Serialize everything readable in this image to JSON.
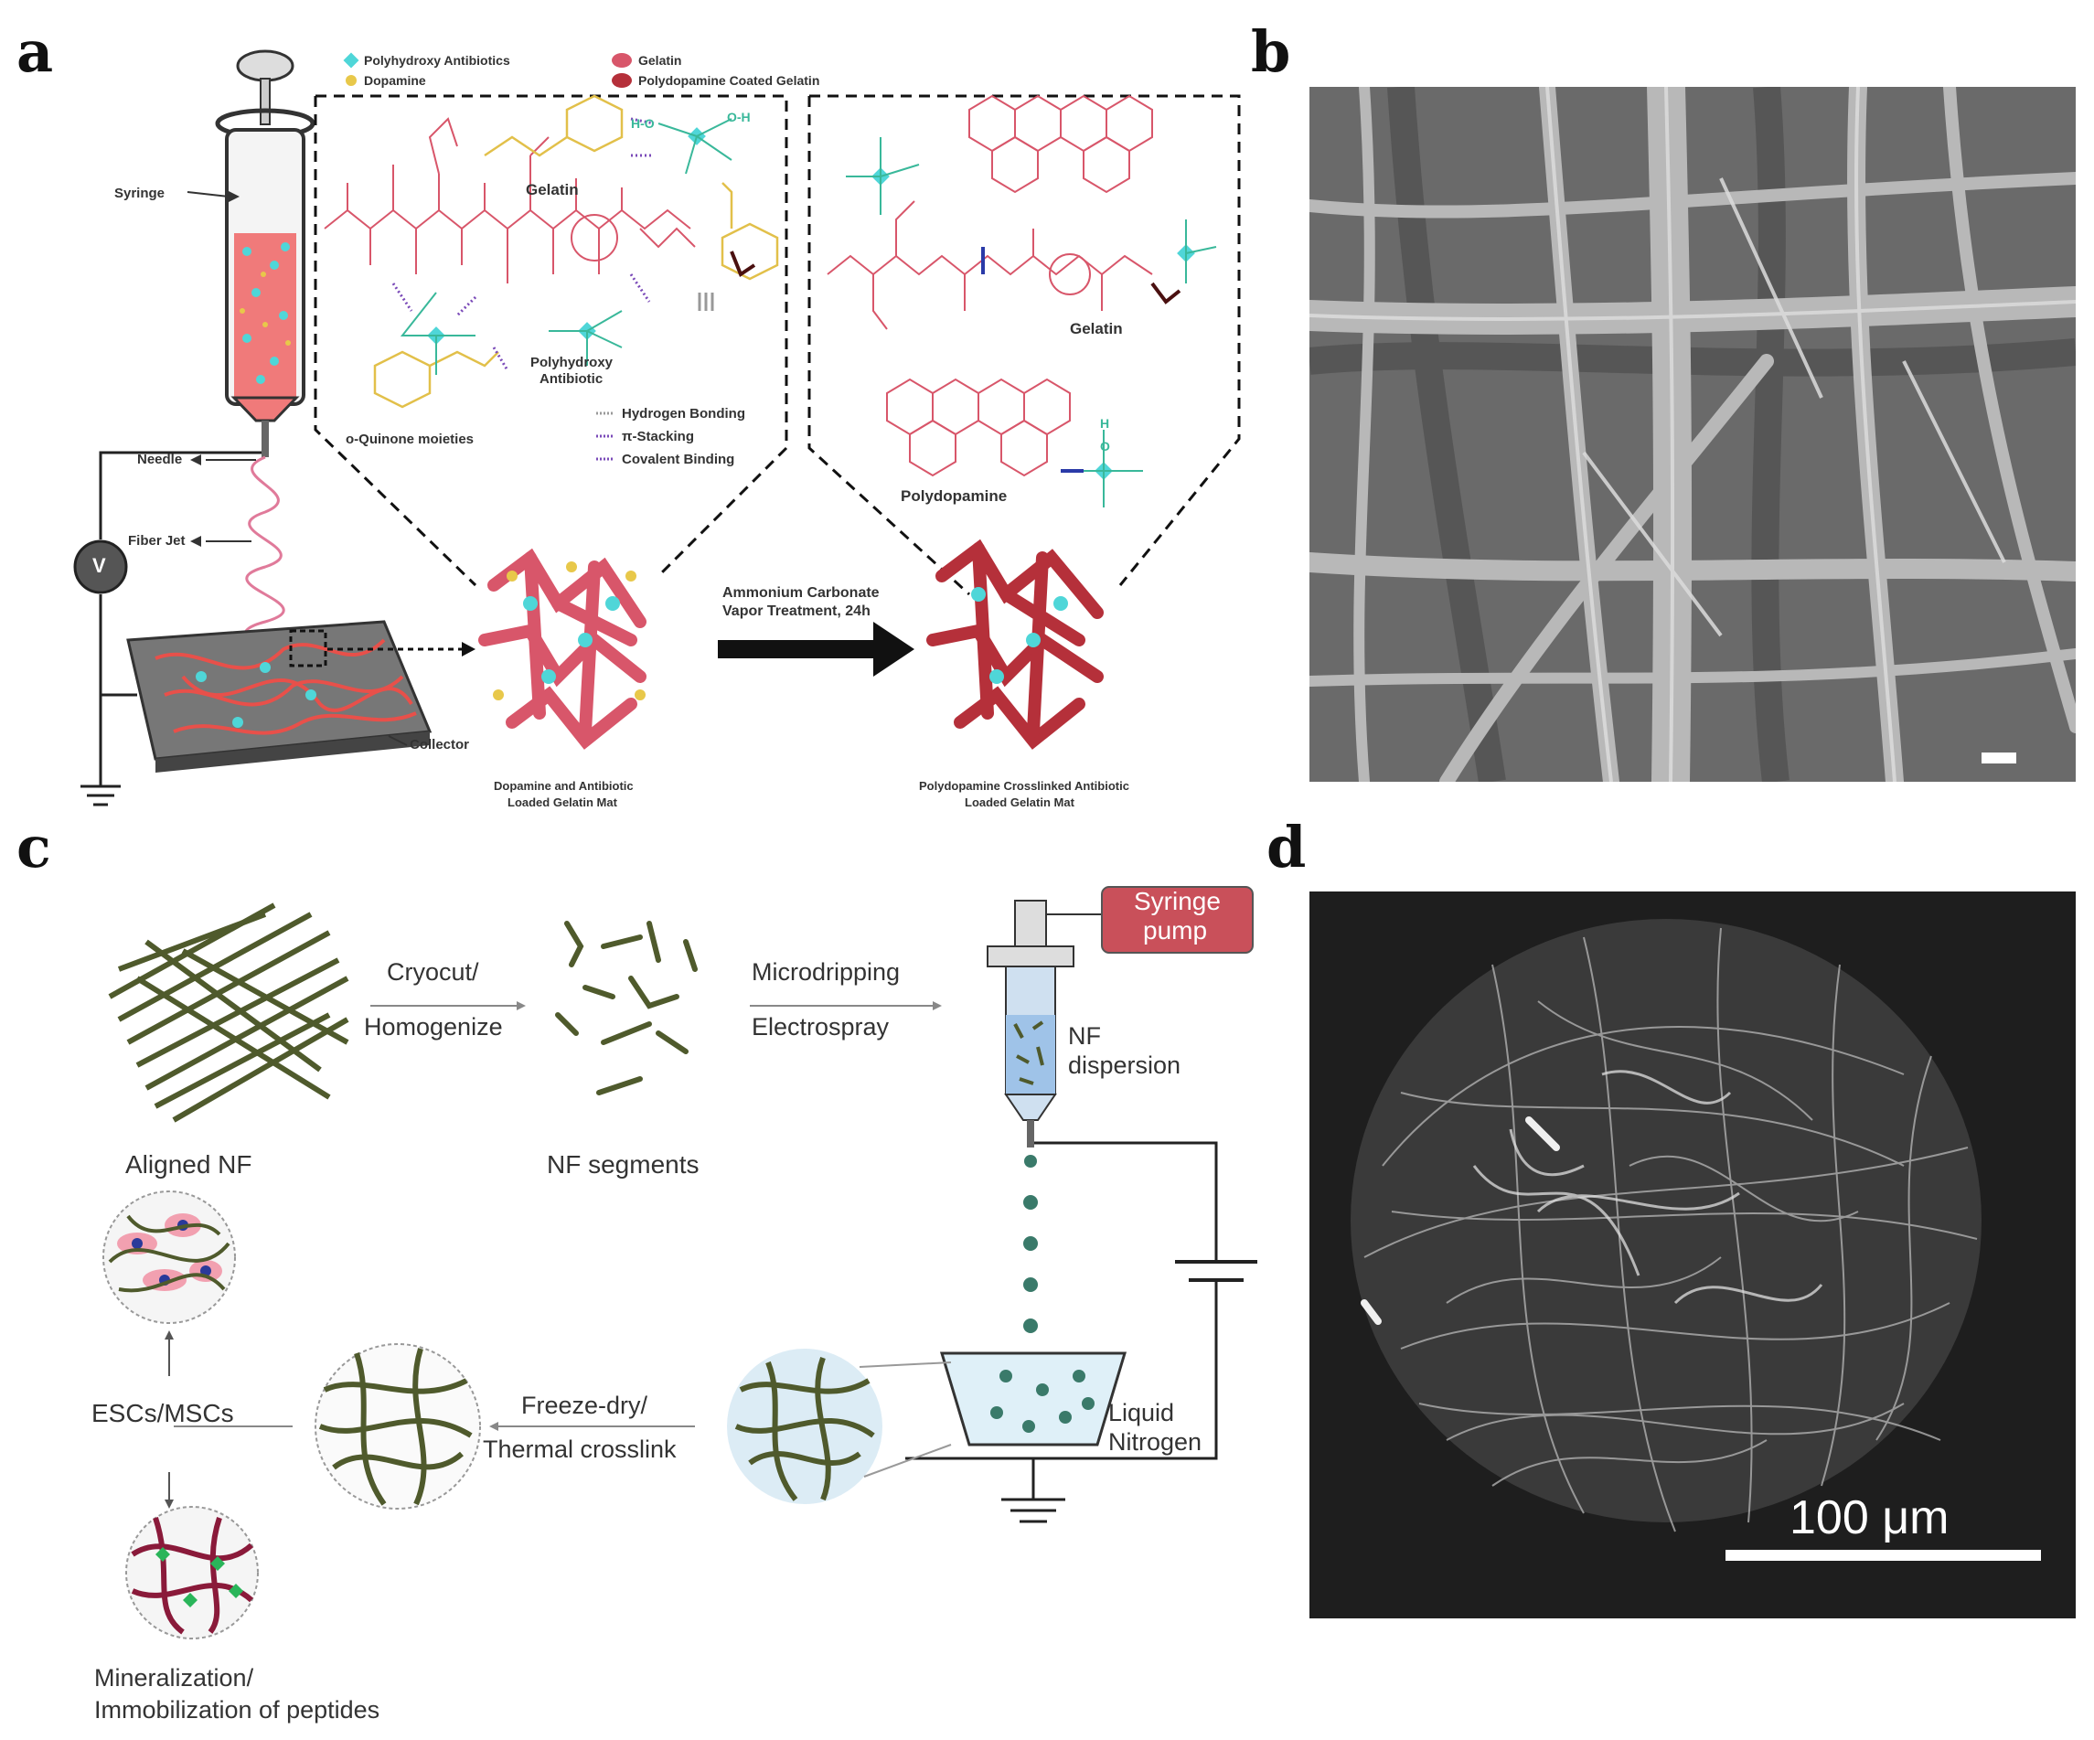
{
  "panels": {
    "a": "a",
    "b": "b",
    "c": "c",
    "d": "d"
  },
  "a": {
    "legend": {
      "polyhydroxy": "Polyhydroxy Antibiotics",
      "dopamine": "Dopamine",
      "gelatin": "Gelatin",
      "pdgelatin": "Polydopamine Coated Gelatin"
    },
    "syringe": "Syringe",
    "needle": "Needle",
    "fiber_jet": "Fiber Jet",
    "volt": "V",
    "collector": "Collector",
    "gelatin_label": "Gelatin",
    "gelatin_label2": "Gelatin",
    "antibiotic_label": [
      "Polyhydroxy",
      "Antibiotic"
    ],
    "quinone": "o-Quinone moieties",
    "bond_h": "Hydrogen Bonding",
    "bond_pi": "π-Stacking",
    "bond_cov": "Covalent Binding",
    "polydopamine": "Polydopamine",
    "treatment": [
      "Ammonium Carbonate",
      "Vapor Treatment, 24h"
    ],
    "mat1": [
      "Dopamine and Antibiotic",
      "Loaded Gelatin Mat"
    ],
    "mat2": [
      "Polydopamine Crosslinked Antibiotic",
      "Loaded Gelatin Mat"
    ],
    "oh": "O-H",
    "ho": "H-O",
    "h": "H",
    "o": "O"
  },
  "c": {
    "pump": [
      "Syringe",
      "pump"
    ],
    "cryocut": [
      "Cryocut/",
      "Homogenize"
    ],
    "microdrip": [
      "Microdripping",
      "Electrospray"
    ],
    "nf_disp": [
      "NF",
      "dispersion"
    ],
    "aligned": "Aligned NF",
    "segments": "NF segments",
    "freeze": [
      "Freeze-dry/",
      "Thermal crosslink"
    ],
    "ln2": [
      "Liquid",
      "Nitrogen"
    ],
    "escs": "ESCs/MSCs",
    "mineral": [
      "Mineralization/",
      "Immobilization of peptides"
    ]
  },
  "d": {
    "scalebar": "100 μm"
  },
  "colors": {
    "gelatin": "#d8566a",
    "pd_gelatin": "#b5303a",
    "antibiotic": "#4fd6d8",
    "dopamine": "#e8c84a",
    "fiber_green": "#4f5a2c",
    "pump_red": "#c9505a",
    "sem_gray": "#8a8a8a"
  }
}
